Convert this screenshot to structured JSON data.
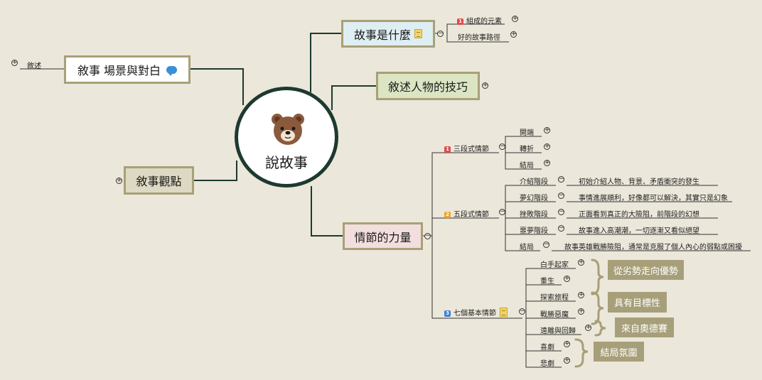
{
  "center": {
    "title": "說故事",
    "icon": "bear-face-icon"
  },
  "topics": {
    "what_is_story": {
      "label": "故事是什麼",
      "icon": "note-icon"
    },
    "scene_dialogue": {
      "label": "敘事 場景與對白",
      "icon": "speech-bubble-icon"
    },
    "character": {
      "label": "敘述人物的技巧"
    },
    "viewpoint": {
      "label": "敘事觀點"
    },
    "plot_power": {
      "label": "情節的力量"
    }
  },
  "what_children": [
    {
      "num": "1",
      "label": "組成的元素"
    },
    {
      "label": "好的故事路徑"
    }
  ],
  "scene_children": [
    {
      "label": "敘述"
    }
  ],
  "plot": {
    "three": {
      "num": "1",
      "label": "三段式情節",
      "items": [
        "開端",
        "轉折",
        "結局"
      ]
    },
    "five": {
      "num": "2",
      "label": "五段式情節",
      "items": [
        {
          "label": "介紹階段",
          "desc": "初始介紹人物、背景、矛盾衝突的發生"
        },
        {
          "label": "夢幻階段",
          "desc": "事情進展順利，好像都可以解決，其實只是幻象"
        },
        {
          "label": "挫敗階段",
          "desc": "正面看到真正的大險阻，前階段的幻想"
        },
        {
          "label": "噩夢階段",
          "desc": "故事進入高潮潮，一切逐漸又看似絕望"
        },
        {
          "label": "結局",
          "desc": "故事英雄戰勝險阻，通常是克服了個人內心的弱點或困擾"
        }
      ]
    },
    "seven": {
      "num": "3",
      "label": "七個基本情節",
      "icon": "note-icon",
      "items": [
        "白手起家",
        "重生",
        "探索旅程",
        "戰勝惡魔",
        "遠離與回歸",
        "喜劇",
        "悲劇"
      ],
      "summaries": [
        "從劣勢走向優勢",
        "具有目標性",
        "來自奧德賽",
        "結局氛圍"
      ]
    }
  },
  "colors": {
    "background": "#ebe7da",
    "line": "#1d3a2f",
    "box_border": "#a8a078",
    "summary": "#a69f79",
    "badge_red": "#e04b4b",
    "badge_orange": "#f0a326",
    "badge_blue": "#3d7fd9"
  }
}
